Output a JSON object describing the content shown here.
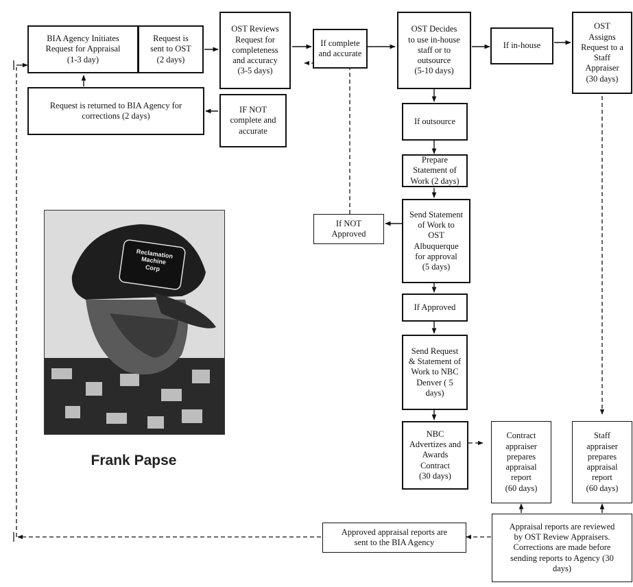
{
  "boxes": {
    "bia_initiates": "BIA Agency Initiates\nRequest for Appraisal\n(1-3 day)",
    "sent_to_ost": "Request is\nsent to OST\n(2 days)",
    "ost_reviews": "OST Reviews\nRequest for\ncompleteness\nand accuracy\n(3-5 days)",
    "if_complete": "If complete\nand accurate",
    "ost_decides": "OST Decides\nto use in-house\nstaff or to\noutsource\n(5-10 days)",
    "if_inhouse": "If in-house",
    "ost_assigns": "OST\nAssigns\nRequest to a\nStaff\nAppraiser\n(30 days)",
    "returned": "Request is returned to BIA Agency for\ncorrections  (2 days)",
    "if_not_complete": "IF NOT\ncomplete and\naccurate",
    "if_outsource": "If outsource",
    "prepare_sow": "Prepare\nStatement of\nWork (2 days)",
    "send_sow": "Send Statement\nof Work to\nOST\nAlbuquerque\nfor approval\n(5 days)",
    "if_not_approved": "If NOT\nApproved",
    "if_approved": "If Approved",
    "send_nbc": "Send  Request\n& Statement of\nWork to NBC\nDenver  ( 5\ndays)",
    "nbc_awards": "NBC\nAdvertizes and\nAwards\nContract\n(30 days)",
    "contract_appraiser": "Contract\nappraiser\nprepares\nappraisal\nreport\n(60 days)",
    "staff_appraiser": "Staff\nappraiser\nprepares\nappraisal\nreport\n(60 days)",
    "reviewed": "Appraisal reports are reviewed\nby OST Review Appraisers.\nCorrections are made before\nsending reports to Agency  (30\ndays)",
    "approved_sent": "Approved appraisal reports are\nsent to the BIA Agency"
  },
  "photo": {
    "caption": "Frank Papse",
    "cap_text": "Reclamation\nMachine\nCorp"
  }
}
